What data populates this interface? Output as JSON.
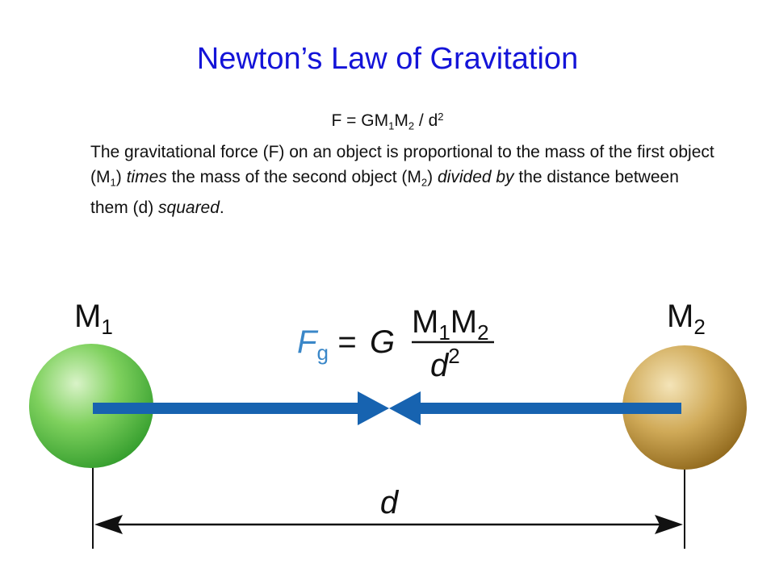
{
  "slide": {
    "title": "Newton’s Law of Gravitation"
  },
  "formula": {
    "lhs": "F = GM",
    "sub1": "1",
    "mid": "M",
    "sub2": "2",
    "div": " / d",
    "exp": "2"
  },
  "explanation": {
    "part1": "The gravitational force (F) on an object is proportional to the mass of the first object (M",
    "sub1": "1",
    "part2": ") ",
    "em1": "times",
    "part3": " the mass of the second object (M",
    "sub2": "2",
    "part4": ") ",
    "em2": "divided by",
    "part5": " the distance between them (d) ",
    "em3": "squared",
    "part6": "."
  },
  "diagram": {
    "mass1": {
      "letter": "M",
      "subscript": "1",
      "color": "#5fc94a"
    },
    "mass2": {
      "letter": "M",
      "subscript": "2",
      "color": "#c9a24a"
    },
    "equation": {
      "force_letter": "F",
      "force_subscript": "g",
      "equals": "=",
      "constant": "G",
      "num_m1": "M",
      "num_m1_sub": "1",
      "num_m2": "M",
      "num_m2_sub": "2",
      "den": "d",
      "den_exp": "2",
      "force_color": "#3a87c8"
    },
    "distance_label": "d",
    "arrow_color": "#1763b0"
  }
}
